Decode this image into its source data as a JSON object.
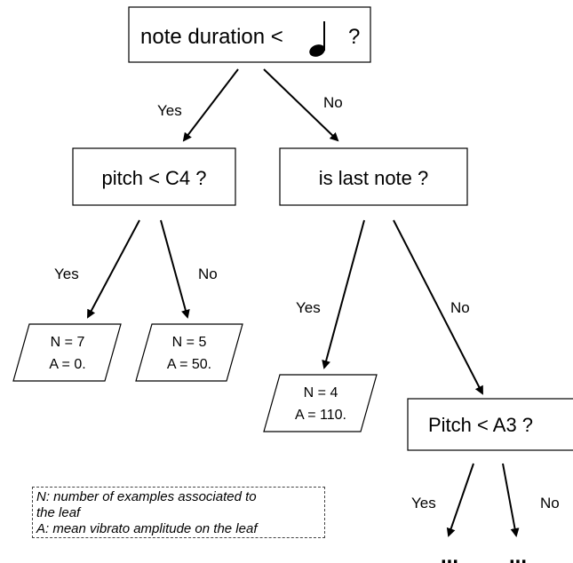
{
  "root": {
    "text_before": "note duration <",
    "note_icon": "half-note-icon",
    "text_after": "?"
  },
  "pitch_c4": {
    "text": "pitch < C4 ?"
  },
  "last_note": {
    "text": "is last note ?"
  },
  "pitch_a3": {
    "text": "Pitch < A3 ?"
  },
  "edges": {
    "root_yes": "Yes",
    "root_no": "No",
    "c4_yes": "Yes",
    "c4_no": "No",
    "last_yes": "Yes",
    "last_no": "No",
    "a3_yes": "Yes",
    "a3_no": "No"
  },
  "leaves": {
    "leaf1": {
      "n": "N = 7",
      "a": "A = 0."
    },
    "leaf2": {
      "n": "N = 5",
      "a": "A = 50."
    },
    "leaf3": {
      "n": "N = 4",
      "a": "A = 110."
    }
  },
  "continuation": {
    "left": "...",
    "right": "..."
  },
  "legend": {
    "line1": "N: number of examples associated to",
    "line2": "the leaf",
    "line3": "A: mean vibrato amplitude on the leaf"
  }
}
